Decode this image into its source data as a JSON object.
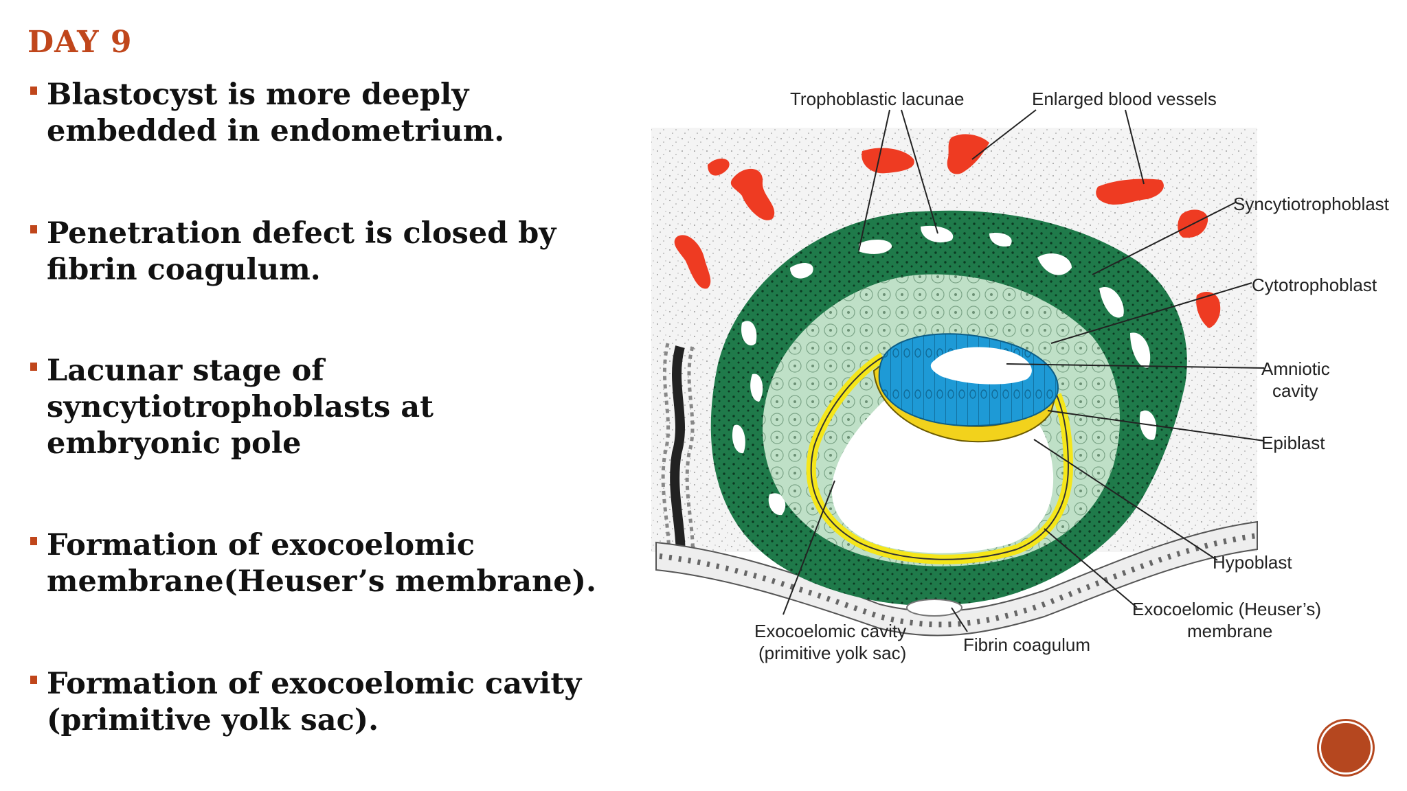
{
  "slide": {
    "title": "DAY 9",
    "bullets": [
      {
        "line1": "Blastocyst is more deeply",
        "line2": "embedded in endometrium."
      },
      {
        "line1": "Penetration defect is closed by",
        "line2": "fibrin coagulum."
      },
      {
        "line1": "Lacunar stage of",
        "line2": "syncytiotrophoblasts at",
        "line3": "embryonic pole"
      },
      {
        "line1": "Formation of exocoelomic",
        "line2": "membrane(Heuser’s membrane)."
      },
      {
        "line1": "Formation of exocoelomic cavity",
        "line2": "(primitive yolk sac)."
      }
    ]
  },
  "diagram": {
    "labels": {
      "trophoblastic_lacunae": "Trophoblastic lacunae",
      "enlarged_blood_vessels": "Enlarged blood vessels",
      "syncytiotrophoblast": "Syncytiotrophoblast",
      "cytotrophoblast": "Cytotrophoblast",
      "amniotic_cavity_1": "Amniotic",
      "amniotic_cavity_2": "cavity",
      "epiblast": "Epiblast",
      "hypoblast": "Hypoblast",
      "exocoelomic_membrane_1": "Exocoelomic (Heuser’s)",
      "exocoelomic_membrane_2": "membrane",
      "exocoelomic_cavity_1": "Exocoelomic cavity",
      "exocoelomic_cavity_2": "(primitive yolk sac)",
      "fibrin_coagulum": "Fibrin coagulum"
    },
    "colors": {
      "syncytiotrophoblast": "#1f7a4a",
      "cytotrophoblast": "#bfe0c7",
      "epiblast": "#1e9ad6",
      "hypoblast": "#f2d21c",
      "exocoelomic_membrane": "#f5e61a",
      "blood_vessels": "#ee3b22",
      "endometrium": "#f3f3f3"
    }
  },
  "nav": {
    "icon": "next-slide-icon",
    "color": "#b5471f"
  }
}
